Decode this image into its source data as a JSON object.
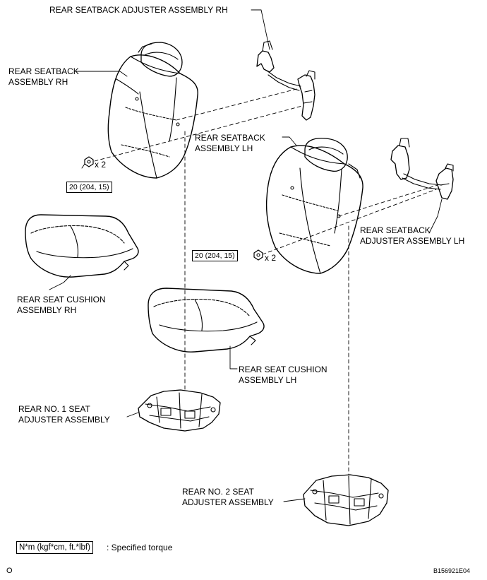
{
  "labels": {
    "rear_seatback_adjuster_rh": "REAR SEATBACK ADJUSTER ASSEMBLY RH",
    "rear_seatback_rh_line1": "REAR SEATBACK",
    "rear_seatback_rh_line2": "ASSEMBLY RH",
    "rear_seatback_lh_line1": "REAR SEATBACK",
    "rear_seatback_lh_line2": "ASSEMBLY LH",
    "rear_seatback_adjuster_lh_line1": "REAR SEATBACK",
    "rear_seatback_adjuster_lh_line2": "ADJUSTER ASSEMBLY LH",
    "rear_seat_cushion_rh_line1": "REAR SEAT CUSHION",
    "rear_seat_cushion_rh_line2": "ASSEMBLY RH",
    "rear_seat_cushion_lh_line1": "REAR SEAT CUSHION",
    "rear_seat_cushion_lh_line2": "ASSEMBLY LH",
    "rear_no1_adjuster_line1": "REAR NO. 1 SEAT",
    "rear_no1_adjuster_line2": "ADJUSTER ASSEMBLY",
    "rear_no2_adjuster_line1": "REAR NO. 2 SEAT",
    "rear_no2_adjuster_line2": "ADJUSTER ASSEMBLY"
  },
  "torque": {
    "rh_value": "20 (204, 15)",
    "rh_qty": "x 2",
    "lh_value": "20 (204, 15)",
    "lh_qty": "x 2"
  },
  "legend": {
    "units": "N*m (kgf*cm, ft.*lbf)",
    "text": ": Specified torque"
  },
  "footer": {
    "page_marker": "O",
    "figure_code": "B156921E04"
  }
}
